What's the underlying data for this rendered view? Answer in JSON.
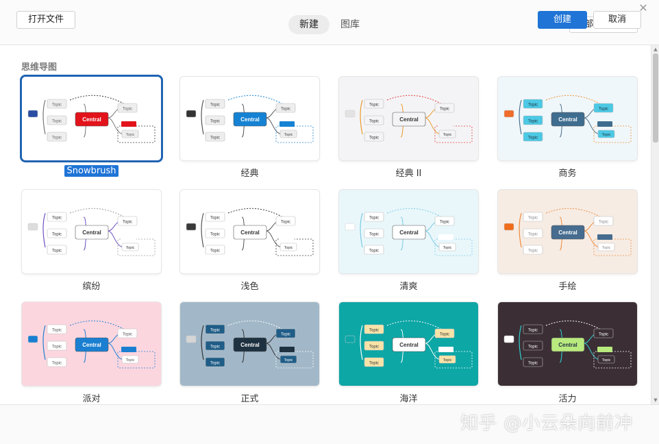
{
  "header": {
    "tabs": [
      {
        "label": "新建",
        "active": true
      },
      {
        "label": "图库",
        "active": false
      }
    ],
    "filter": {
      "selected": "全部"
    },
    "close_icon": "close-icon"
  },
  "section": {
    "title": "思维导图"
  },
  "cards": [
    {
      "name": "Snowbrush",
      "selected": true,
      "central": "Central",
      "topic": "Topic",
      "bg": "#ffffff",
      "accent": "#e3131b"
    },
    {
      "name": "经典",
      "central": "Central",
      "topic": "Topic",
      "bg": "#ffffff",
      "accent": "#1682d4"
    },
    {
      "name": "经典 II",
      "central": "Central",
      "topic": "Topic",
      "bg": "#f4f4f6",
      "accent": "#f4f4f6"
    },
    {
      "name": "商务",
      "central": "Central",
      "topic": "Topic",
      "bg": "#f0f7fb",
      "accent": "#3f6d8f"
    },
    {
      "name": "缤纷",
      "central": "Central",
      "topic": "Topic",
      "bg": "#ffffff",
      "accent": "#ffffff"
    },
    {
      "name": "浅色",
      "central": "Central",
      "topic": "Topic",
      "bg": "#ffffff",
      "accent": "#ffffff"
    },
    {
      "name": "清爽",
      "central": "Central",
      "topic": "Topic",
      "bg": "#e9f7fb",
      "accent": "#ffffff"
    },
    {
      "name": "手绘",
      "central": "Central",
      "topic": "Topic",
      "bg": "#f6ece4",
      "accent": "#466c8f"
    },
    {
      "name": "派对",
      "central": "Central",
      "topic": "Topic",
      "bg": "#fcd6df",
      "accent": "#1b7fd1"
    },
    {
      "name": "正式",
      "central": "Central",
      "topic": "Topic",
      "bg": "#a2b8c9",
      "accent": "#1e3140"
    },
    {
      "name": "海洋",
      "central": "Central",
      "topic": "Topic",
      "bg": "#0da7a6",
      "accent": "#ffffff"
    },
    {
      "name": "活力",
      "central": "Central",
      "topic": "Topic",
      "bg": "#3b2f35",
      "accent": "#b9ea7e"
    }
  ],
  "footer": {
    "open_label": "打开文件",
    "create_label": "创建",
    "cancel_label": "取消"
  },
  "watermark": "知乎 @小云朵向前冲"
}
